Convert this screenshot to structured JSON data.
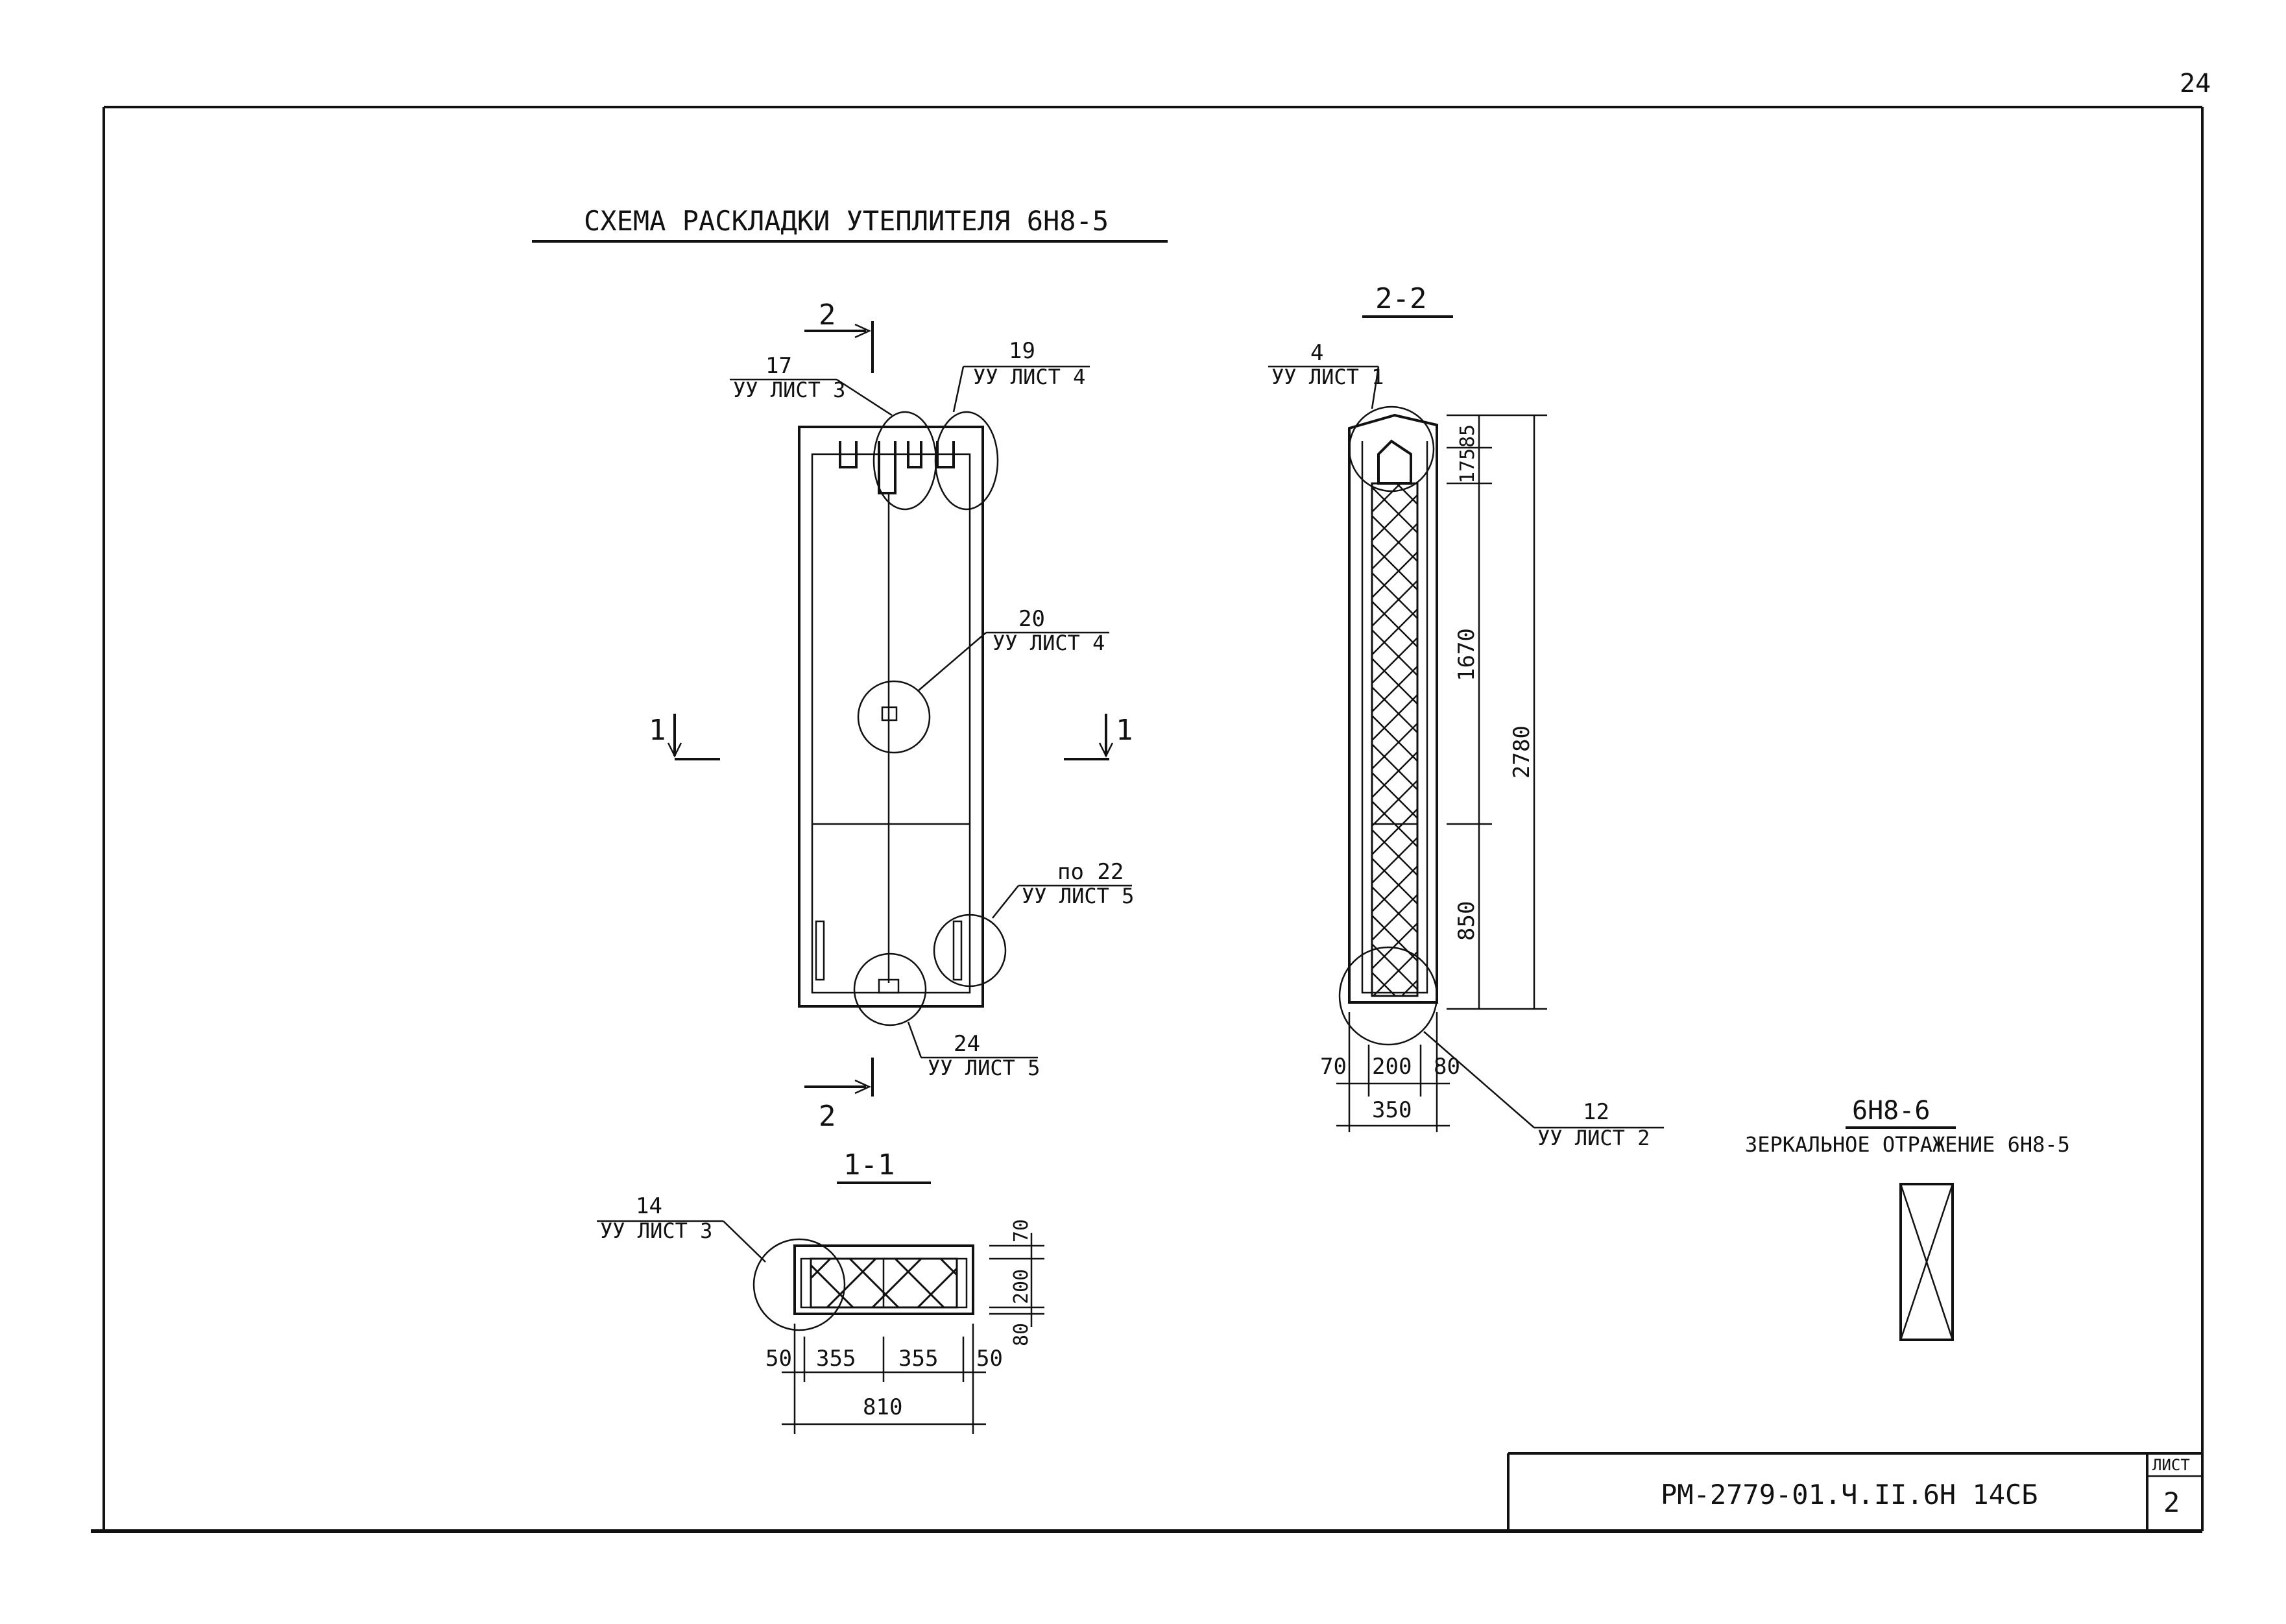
{
  "sheet": {
    "page_number": "24",
    "title": "СХЕМА РАСКЛАДКИ УТЕПЛИТЕЛЯ 6Н8-5",
    "stamp": {
      "code": "РМ-2779-01.Ч.II.6Н 14СБ",
      "sheet_label": "ЛИСТ",
      "sheet_number": "2"
    }
  },
  "plan_view": {
    "section_2_label": "2",
    "section_1_label": "1",
    "callouts": [
      {
        "num": "17",
        "ref": "УУ ЛИСТ 3"
      },
      {
        "num": "19",
        "ref": "УУ ЛИСТ 4"
      },
      {
        "num": "20",
        "ref": "УУ ЛИСТ 4"
      },
      {
        "num": "по 22",
        "ref": "УУ ЛИСТ 5"
      },
      {
        "num": "24",
        "ref": "УУ ЛИСТ 5"
      }
    ]
  },
  "section_2_2": {
    "title": "2-2",
    "callouts": [
      {
        "num": "4",
        "ref": "УУ ЛИСТ 1"
      },
      {
        "num": "12",
        "ref": "УУ ЛИСТ 2"
      }
    ],
    "dims": {
      "top_small": "85",
      "top_175": "175",
      "mid_1670": "1670",
      "lower_850": "850",
      "total_2780": "2780",
      "left_70": "70",
      "mid_200": "200",
      "right_80": "80",
      "total_350": "350"
    }
  },
  "section_1_1": {
    "title": "1-1",
    "callout": {
      "num": "14",
      "ref": "УУ ЛИСТ 3"
    },
    "dims": {
      "v_70": "70",
      "v_200": "200",
      "v_80": "80",
      "h_50_left": "50",
      "h_355_a": "355",
      "h_355_b": "355",
      "h_50_right": "50",
      "h_810": "810"
    }
  },
  "mirror_note": {
    "title": "6Н8-6",
    "text": "ЗЕРКАЛЬНОЕ ОТРАЖЕНИЕ 6Н8-5"
  }
}
